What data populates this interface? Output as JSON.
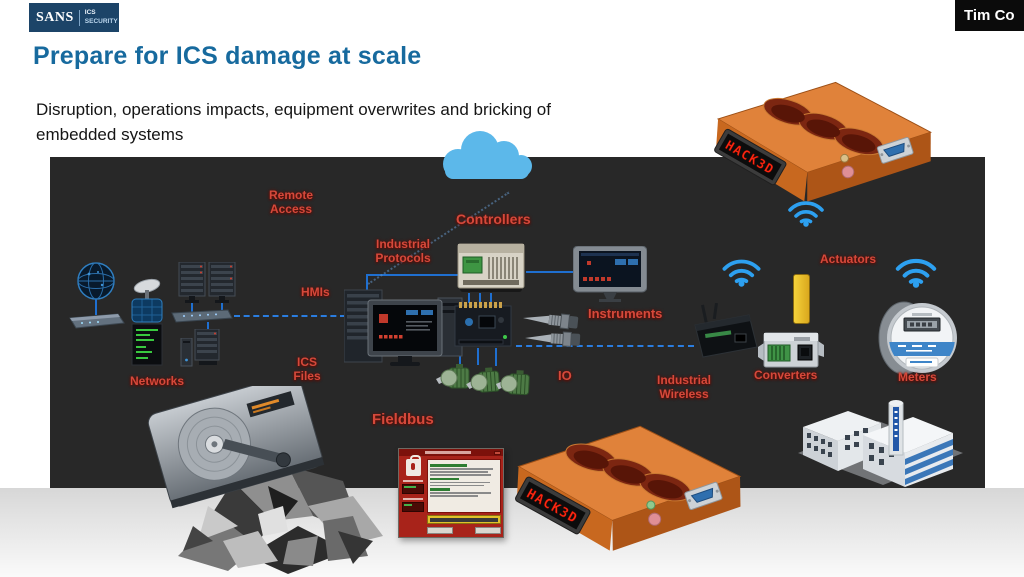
{
  "header": {
    "logo": {
      "brand": "SANS",
      "division_line1": "ICS",
      "division_line2": "SECURITY"
    },
    "participant_name": "Tim Co"
  },
  "slide": {
    "title": "Prepare for ICS damage at scale",
    "subtitle_line1": "Disruption, operations impacts, equipment overwrites and bricking of",
    "subtitle_line2": "embedded systems"
  },
  "diagram": {
    "labels": {
      "remote_line1": "Remote",
      "remote_line2": "Access",
      "controllers": "Controllers",
      "indprot_line1": "Industrial",
      "indprot_line2": "Protocols",
      "hmis": "HMIs",
      "icsfiles_line1": "ICS",
      "icsfiles_line2": "Files",
      "networks": "Networks",
      "fieldbus": "Fieldbus",
      "io": "IO",
      "instruments": "Instruments",
      "indwireless_line1": "Industrial",
      "indwireless_line2": "Wireless",
      "converters": "Converters",
      "meters": "Meters",
      "actuators": "Actuators"
    },
    "bricks": {
      "display_text": "HACK3D"
    },
    "colors": {
      "accent_blue": "#176a9e",
      "label_red": "#d5493b",
      "panel_bg": "#282828",
      "brick_orange": "#e0823a",
      "cloud_blue": "#5cb8ea",
      "wifi_blue": "#2da0f0",
      "line_blue": "#1f6fd0"
    }
  }
}
